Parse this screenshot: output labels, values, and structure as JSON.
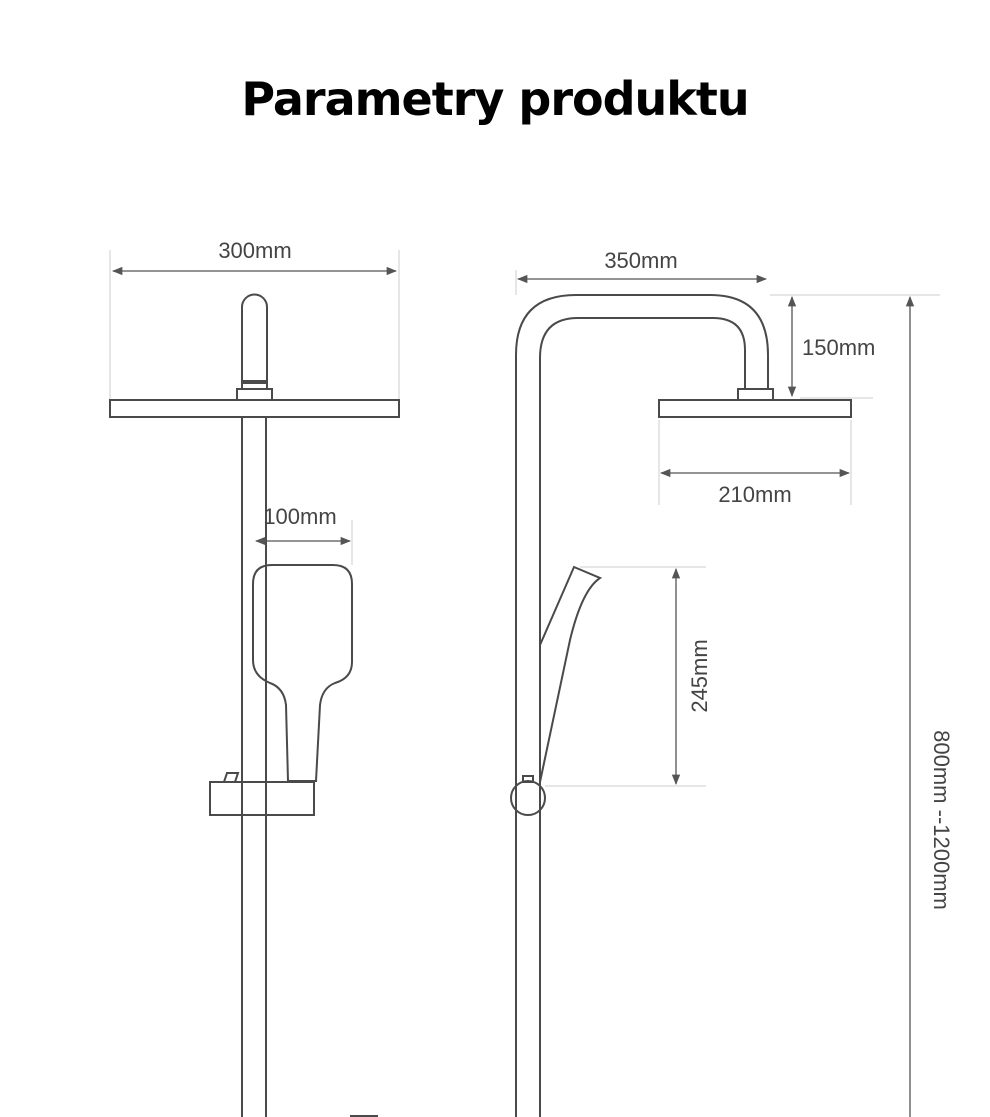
{
  "title": "Parametry produktu",
  "dimensions": {
    "top_shower_width": "300mm",
    "hand_shower_width": "100mm",
    "arm_length": "350mm",
    "arm_drop": "150mm",
    "head_width": "210mm",
    "hand_shower_length": "245mm",
    "height_range": "800mm --1200mm"
  }
}
